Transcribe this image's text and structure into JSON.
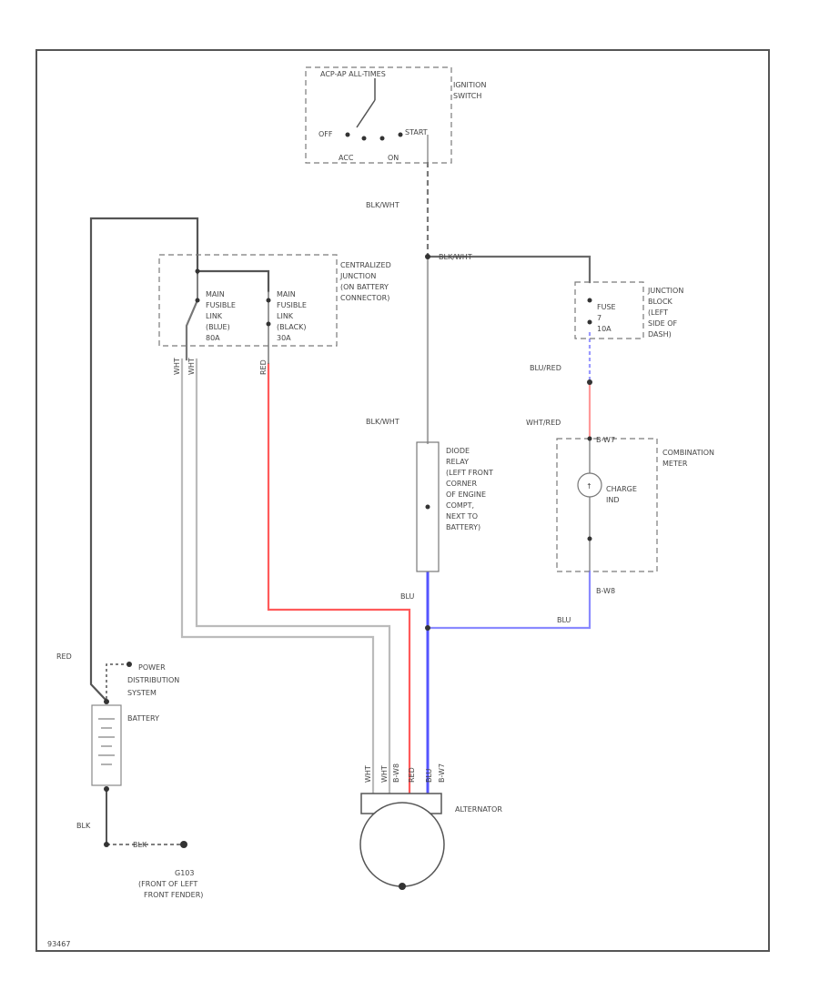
{
  "colors": {
    "frame": "#555555",
    "wire_black": "#555555",
    "wire_gray": "#aaaaaa",
    "wire_red": "#ff5a5a",
    "wire_blue": "#5555ff",
    "wire_pink": "#ff9a9a",
    "wire_lightblue": "#9a9aff",
    "dashed": "#7a7a7a"
  },
  "ignition_switch": {
    "top_label": "ACP-AP  ALL-TIMES",
    "name_line1": "IGNITION",
    "name_line2": "SWITCH",
    "off": "OFF",
    "start": "START",
    "acc": "ACC",
    "on": "ON"
  },
  "wires": {
    "blk_wht_upper": "BLK/WHT",
    "blk_wht_junction": "BLK/WHT",
    "blk_wht_lower": "BLK/WHT",
    "wht_left_a": "WHT",
    "wht_left_b": "WHT",
    "red": "RED",
    "blu_red": "BLU/RED",
    "wht_red": "WHT/RED",
    "blu_relay": "BLU",
    "blu_meter": "BLU",
    "red_batt": "RED",
    "blk_batt": "BLK",
    "blk_ground": "BLK"
  },
  "junction_box": {
    "name_line1": "CENTRALIZED",
    "name_line2": "JUNCTION",
    "name_line3": "(ON BATTERY",
    "name_line4": "CONNECTOR)",
    "fuse1_line1": "MAIN",
    "fuse1_line2": "FUSIBLE",
    "fuse1_line3": "LINK",
    "fuse1_line4": "(BLUE)",
    "fuse1_line5": "80A",
    "fuse2_line1": "MAIN",
    "fuse2_line2": "FUSIBLE",
    "fuse2_line3": "LINK",
    "fuse2_line4": "(BLACK)",
    "fuse2_line5": "30A"
  },
  "fuse_block": {
    "fuse_line1": "FUSE",
    "fuse_line2": "7",
    "fuse_line3": "10A",
    "name_line1": "JUNCTION",
    "name_line2": "BLOCK",
    "name_line3": "(LEFT",
    "name_line4": "SIDE OF",
    "name_line5": "DASH)"
  },
  "diode_relay": {
    "line1": "DIODE",
    "line2": "RELAY",
    "line3": "(LEFT FRONT",
    "line4": "CORNER",
    "line5": "OF ENGINE",
    "line6": "COMPT,",
    "line7": "NEXT TO",
    "line8": "BATTERY)"
  },
  "combination_meter": {
    "pin_top": "B-W7",
    "pin_bottom": "B-W8",
    "name_line1": "COMBINATION",
    "name_line2": "METER",
    "indicator_line1": "CHARGE",
    "indicator_line2": "IND"
  },
  "power_distribution": {
    "line1": "POWER",
    "line2": "DISTRIBUTION",
    "line3": "SYSTEM"
  },
  "battery": {
    "label": "BATTERY"
  },
  "alternator": {
    "label": "ALTERNATOR",
    "pins": [
      "WHT",
      "WHT",
      "B-W8",
      "RED",
      "BLU",
      "B-W7"
    ]
  },
  "ground": {
    "id": "G103",
    "line1": "(FRONT OF LEFT",
    "line2": "FRONT FENDER)"
  },
  "figure_id": "93467"
}
